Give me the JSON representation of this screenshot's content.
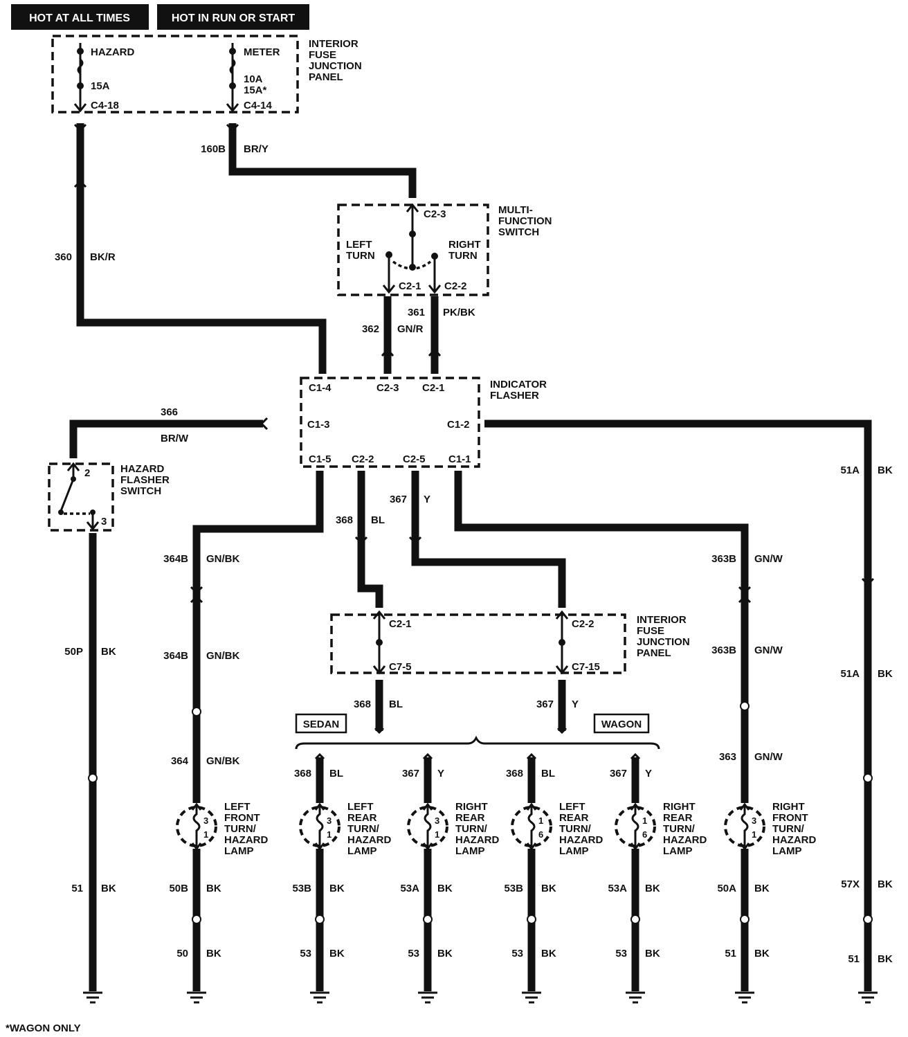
{
  "headers": {
    "hot_at_all_times": "HOT AT ALL TIMES",
    "hot_in_run_or_start": "HOT IN RUN OR START"
  },
  "fuse_panel_top": {
    "title": [
      "INTERIOR",
      "FUSE",
      "JUNCTION",
      "PANEL"
    ],
    "hazard_fuse": "HAZARD",
    "hazard_rating": "15A",
    "hazard_pin": "C4-18",
    "meter_fuse": "METER",
    "meter_rating": "10A",
    "meter_rating_alt": "15A*",
    "meter_pin": "C4-14"
  },
  "multifunction_switch": {
    "title": [
      "MULTI-",
      "FUNCTION",
      "SWITCH"
    ],
    "left_turn": [
      "LEFT",
      "TURN"
    ],
    "right_turn": [
      "RIGHT",
      "TURN"
    ],
    "pin_in": "C2-3",
    "pin_left": "C2-1",
    "pin_right": "C2-2"
  },
  "indicator_flasher": {
    "title": [
      "INDICATOR",
      "FLASHER"
    ],
    "pins_top": [
      "C1-4",
      "C2-3",
      "C2-1"
    ],
    "pin_left": "C1-3",
    "pin_right": "C1-2",
    "pins_bottom": [
      "C1-5",
      "C2-2",
      "C2-5",
      "C1-1"
    ]
  },
  "hazard_switch": {
    "title": [
      "HAZARD",
      "FLASHER",
      "SWITCH"
    ],
    "pin_top": "2",
    "pin_bottom": "3"
  },
  "fuse_panel_bottom": {
    "title": [
      "INTERIOR",
      "FUSE",
      "JUNCTION",
      "PANEL"
    ],
    "pin_left_in": "C2-1",
    "pin_right_in": "C2-2",
    "pin_left_out": "C7-5",
    "pin_right_out": "C7-15"
  },
  "variants": {
    "sedan": "SEDAN",
    "wagon": "WAGON"
  },
  "wires": {
    "w160b": {
      "circuit": "160B",
      "color": "BR/Y"
    },
    "w360": {
      "circuit": "360",
      "color": "BK/R"
    },
    "w362": {
      "circuit": "362",
      "color": "GN/R"
    },
    "w361": {
      "circuit": "361",
      "color": "PK/BK"
    },
    "w366": {
      "circuit": "366",
      "color": "BR/W"
    },
    "w368a": {
      "circuit": "368",
      "color": "BL"
    },
    "w367a": {
      "circuit": "367",
      "color": "Y"
    },
    "w364b_1": {
      "circuit": "364B",
      "color": "GN/BK"
    },
    "w364b_2": {
      "circuit": "364B",
      "color": "GN/BK"
    },
    "w364": {
      "circuit": "364",
      "color": "GN/BK"
    },
    "w363b_1": {
      "circuit": "363B",
      "color": "GN/W"
    },
    "w363b_2": {
      "circuit": "363B",
      "color": "GN/W"
    },
    "w363": {
      "circuit": "363",
      "color": "GN/W"
    },
    "w51a_1": {
      "circuit": "51A",
      "color": "BK"
    },
    "w51a_2": {
      "circuit": "51A",
      "color": "BK"
    },
    "w57x": {
      "circuit": "57X",
      "color": "BK"
    },
    "w51_far": {
      "circuit": "51",
      "color": "BK"
    },
    "w50p": {
      "circuit": "50P",
      "color": "BK"
    },
    "w51_left": {
      "circuit": "51",
      "color": "BK"
    },
    "w368b": {
      "circuit": "368",
      "color": "BL"
    },
    "w367b": {
      "circuit": "367",
      "color": "Y"
    }
  },
  "lamps": [
    {
      "name": [
        "LEFT",
        "FRONT",
        "TURN/",
        "HAZARD",
        "LAMP"
      ],
      "pin_top": "3",
      "pin_bottom": "1",
      "wire_in": {
        "circuit": "364",
        "color": "GN/BK"
      },
      "ground_1": {
        "circuit": "50B",
        "color": "BK"
      },
      "ground_2": {
        "circuit": "50",
        "color": "BK"
      }
    },
    {
      "name": [
        "LEFT",
        "REAR",
        "TURN/",
        "HAZARD",
        "LAMP"
      ],
      "pin_top": "3",
      "pin_bottom": "1",
      "wire_in": {
        "circuit": "368",
        "color": "BL"
      },
      "ground_1": {
        "circuit": "53B",
        "color": "BK"
      },
      "ground_2": {
        "circuit": "53",
        "color": "BK"
      }
    },
    {
      "name": [
        "RIGHT",
        "REAR",
        "TURN/",
        "HAZARD",
        "LAMP"
      ],
      "pin_top": "3",
      "pin_bottom": "1",
      "wire_in": {
        "circuit": "367",
        "color": "Y"
      },
      "ground_1": {
        "circuit": "53A",
        "color": "BK"
      },
      "ground_2": {
        "circuit": "53",
        "color": "BK"
      }
    },
    {
      "name": [
        "LEFT",
        "REAR",
        "TURN/",
        "HAZARD",
        "LAMP"
      ],
      "pin_top": "1",
      "pin_bottom": "6",
      "wire_in": {
        "circuit": "368",
        "color": "BL"
      },
      "ground_1": {
        "circuit": "53B",
        "color": "BK"
      },
      "ground_2": {
        "circuit": "53",
        "color": "BK"
      }
    },
    {
      "name": [
        "RIGHT",
        "REAR",
        "TURN/",
        "HAZARD",
        "LAMP"
      ],
      "pin_top": "1",
      "pin_bottom": "6",
      "wire_in": {
        "circuit": "367",
        "color": "Y"
      },
      "ground_1": {
        "circuit": "53A",
        "color": "BK"
      },
      "ground_2": {
        "circuit": "53",
        "color": "BK"
      }
    },
    {
      "name": [
        "RIGHT",
        "FRONT",
        "TURN/",
        "HAZARD",
        "LAMP"
      ],
      "pin_top": "3",
      "pin_bottom": "1",
      "wire_in": {
        "circuit": "363",
        "color": "GN/W"
      },
      "ground_1": {
        "circuit": "50A",
        "color": "BK"
      },
      "ground_2": {
        "circuit": "51",
        "color": "BK"
      }
    }
  ],
  "footnote": "*WAGON ONLY"
}
